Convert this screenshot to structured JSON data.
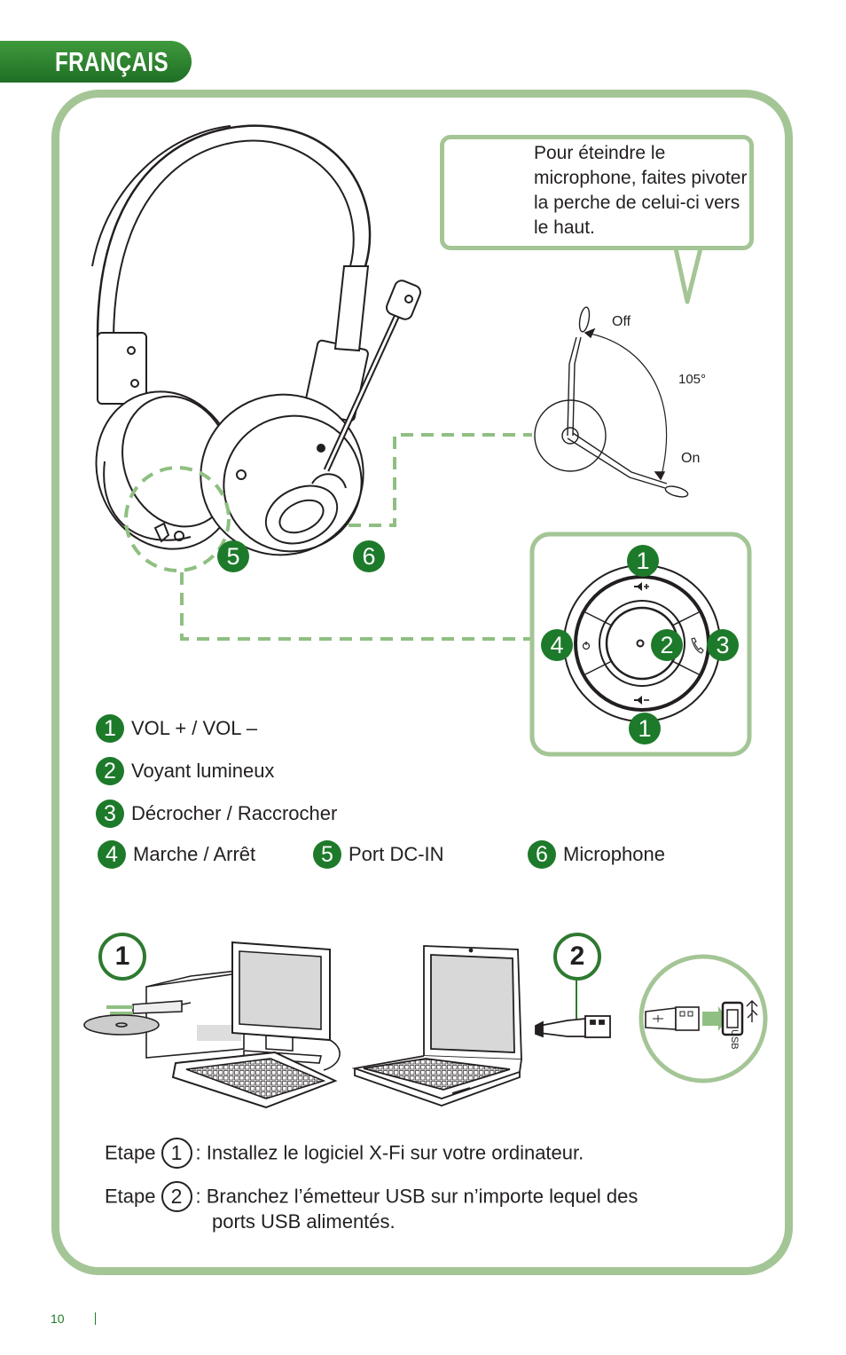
{
  "header": {
    "language": "FRANÇAIS"
  },
  "callout": {
    "text": "Pour éteindre le microphone, faites pivoter la perche de celui-ci vers le haut."
  },
  "mic_diagram": {
    "off_label": "Off",
    "angle_label": "105°",
    "on_label": "On"
  },
  "headset_callouts": {
    "port": "5",
    "mic": "6"
  },
  "control_pad": {
    "top": "1",
    "center": "2",
    "right": "3",
    "left": "4",
    "bottom": "1"
  },
  "legend": [
    {
      "num": "1",
      "label": "VOL + / VOL –"
    },
    {
      "num": "2",
      "label": "Voyant lumineux"
    },
    {
      "num": "3",
      "label": "Décrocher / Raccrocher"
    },
    {
      "num": "4",
      "label": "Marche / Arrêt"
    },
    {
      "num": "5",
      "label": "Port DC-IN"
    },
    {
      "num": "6",
      "label": "Microphone"
    }
  ],
  "install": {
    "step1_badge": "1",
    "step2_badge": "2",
    "usb_label": "USB"
  },
  "steps": [
    {
      "prefix": "Etape",
      "num": "1",
      "text": ": Installez le logiciel X-Fi sur votre ordinateur."
    },
    {
      "prefix": "Etape",
      "num": "2",
      "text": ": Branchez l’émetteur USB sur n’importe lequel des",
      "continuation": "ports USB alimentés."
    }
  ],
  "footer": {
    "page_number": "10"
  },
  "colors": {
    "brand_green": "#1d7a2a",
    "frame_green": "#a4c596",
    "dash_green": "#8fbf82"
  }
}
